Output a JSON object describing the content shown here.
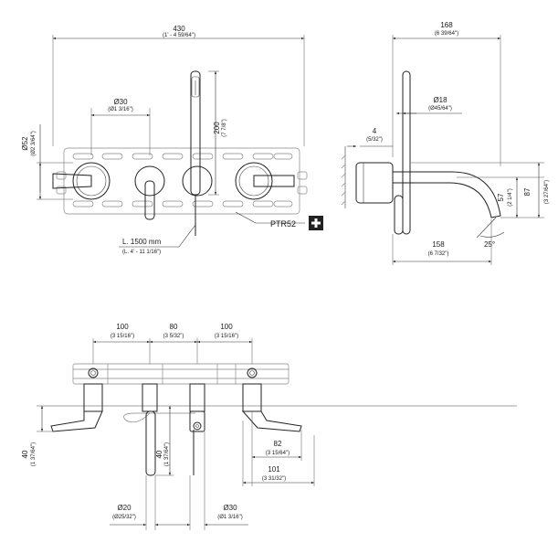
{
  "front_view": {
    "width_dim": "430",
    "width_dim_in": "(1' - 4 59/64\")",
    "handle_diam": "Ø30",
    "handle_diam_in": "(Ø1 3/16\")",
    "height_dim": "Ø52",
    "height_dim_in": "(Ø2 3/64\")",
    "shower_dim": "200",
    "shower_dim_in": "(7 7/8\")",
    "hose_length": "L. 1500 mm",
    "hose_length_in": "(L. 4' - 11 1/16\")",
    "ptr_label": "PTR52",
    "ptr_icon": "plus-icon"
  },
  "side_view": {
    "depth_dim": "168",
    "depth_dim_in": "(6 39/64\")",
    "shower_diam": "Ø18",
    "shower_diam_in": "(Ø45/64\")",
    "plate_dim": "4",
    "plate_dim_in": "(5/32\")",
    "spout_dim": "158",
    "spout_dim_in": "(6 7/32\")",
    "spout_h1": "57",
    "spout_h1_in": "(2 1/4\")",
    "spout_h2": "87",
    "spout_h2_in": "(3 27/64\")",
    "angle": "25°"
  },
  "top_view": {
    "spacing_1": "100",
    "spacing_1_in": "(3 15/16\")",
    "spacing_2": "80",
    "spacing_2_in": "(3 5/32\")",
    "spacing_3": "100",
    "spacing_3_in": "(3 15/16\")",
    "left_height": "40",
    "left_height_in": "(1 37/64\")",
    "mid_height": "40",
    "mid_height_in": "(1 37/64\")",
    "lever_dim": "82",
    "lever_dim_in": "(3 15/64\")",
    "lever_dim2": "101",
    "lever_dim2_in": "(3 31/32\")",
    "diam_small": "Ø20",
    "diam_small_in": "(Ø25/32\")",
    "diam_large": "Ø30",
    "diam_large_in": "(Ø1 3/16\")"
  }
}
